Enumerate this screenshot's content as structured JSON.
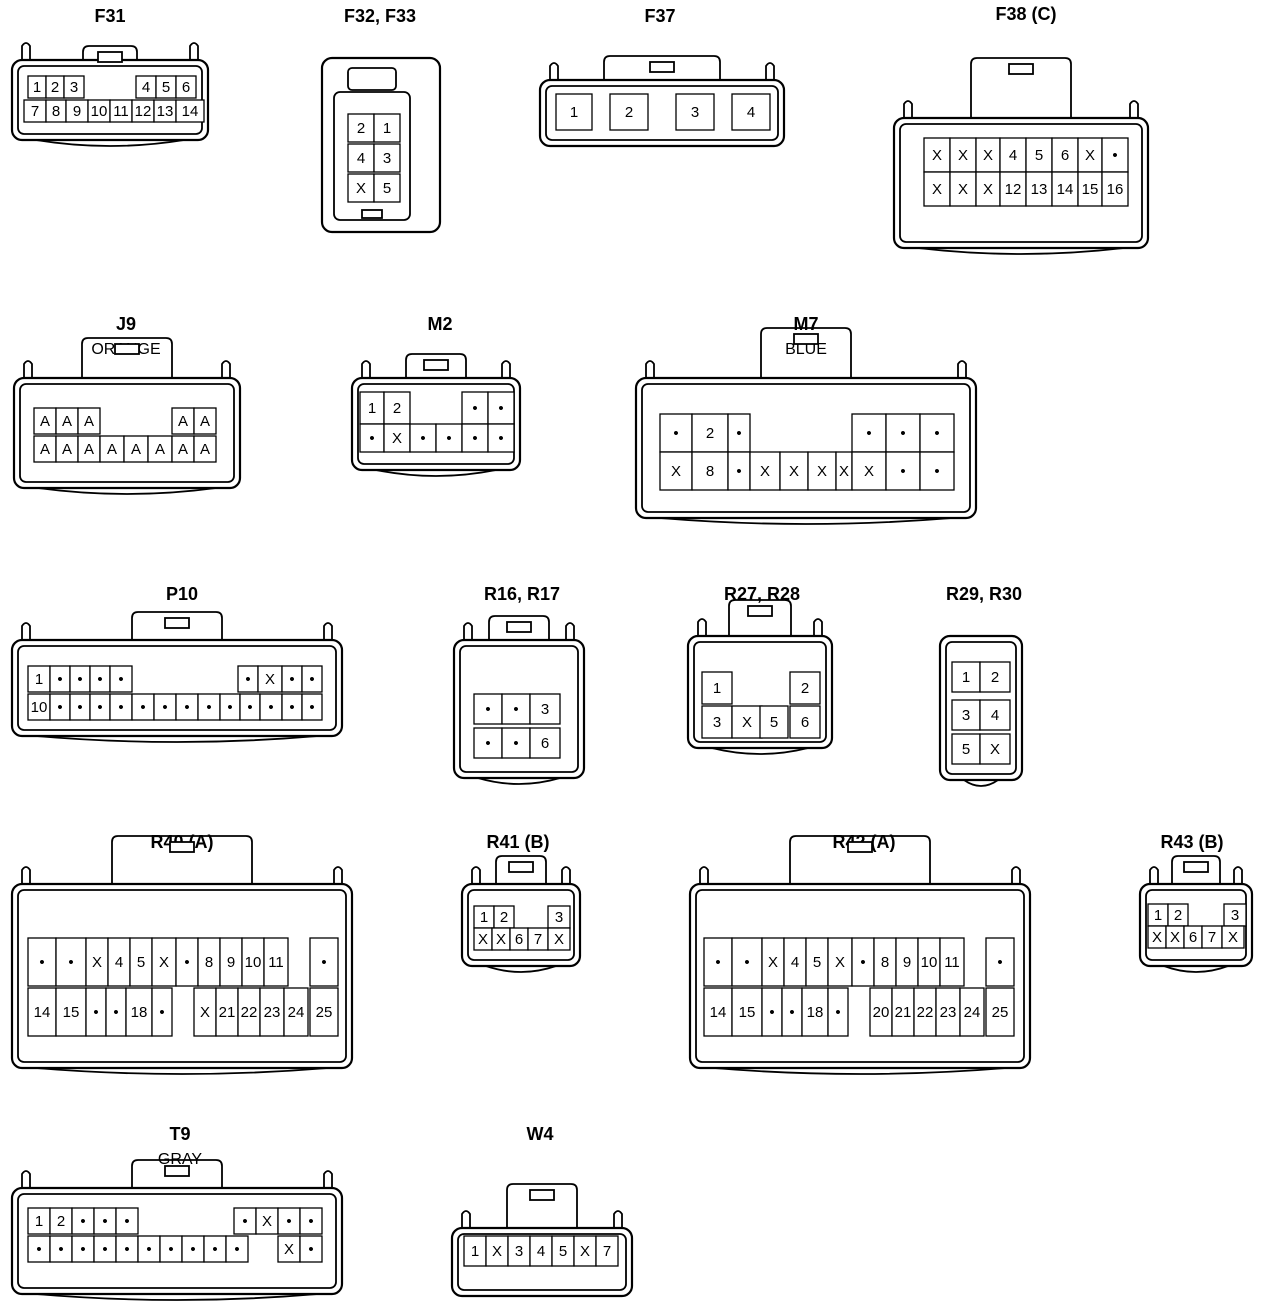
{
  "connectors": [
    {
      "id": "F31",
      "title": "F31",
      "subtitle": "",
      "rows": [
        [
          "1",
          "2",
          "3",
          "",
          "",
          "",
          "4",
          "5",
          "6"
        ],
        [
          "7",
          "8",
          "9",
          "10",
          "11",
          "12",
          "13",
          "14"
        ]
      ]
    },
    {
      "id": "F32",
      "title": "F32, F33",
      "subtitle": "",
      "rows": [
        [
          "2",
          "1"
        ],
        [
          "4",
          "3"
        ],
        [
          "X",
          "5"
        ]
      ]
    },
    {
      "id": "F37",
      "title": "F37",
      "subtitle": "",
      "rows": [
        [
          "1",
          "2",
          "3",
          "4"
        ]
      ]
    },
    {
      "id": "F38",
      "title": "F38 (C)",
      "subtitle": "",
      "rows": [
        [
          "X",
          "X",
          "X",
          "4",
          "5",
          "6",
          "X",
          "•"
        ],
        [
          "X",
          "X",
          "X",
          "12",
          "13",
          "14",
          "15",
          "16"
        ]
      ]
    },
    {
      "id": "J9",
      "title": "J9",
      "subtitle": "ORANGE",
      "rows": [
        [
          "A",
          "A",
          "A",
          "",
          "",
          "",
          "A",
          "A"
        ],
        [
          "A",
          "A",
          "A",
          "A",
          "A",
          "A",
          "A",
          "A"
        ]
      ]
    },
    {
      "id": "M2",
      "title": "M2",
      "subtitle": "",
      "rows": [
        [
          "1",
          "2",
          "",
          "",
          "",
          "•",
          "•"
        ],
        [
          "•",
          "X",
          "•",
          "•",
          "•",
          "•"
        ]
      ]
    },
    {
      "id": "M7",
      "title": "M7",
      "subtitle": "BLUE",
      "rows": [
        [
          "•",
          "2",
          "•",
          "",
          "",
          "",
          "",
          "•",
          "•",
          "•"
        ],
        [
          "X",
          "8",
          "•",
          "X",
          "X",
          "X",
          "X",
          "X",
          "•",
          "•"
        ]
      ]
    },
    {
      "id": "P10",
      "title": "P10",
      "subtitle": "",
      "rows": [
        [
          "1",
          "•",
          "•",
          "•",
          "•",
          "",
          "",
          "",
          "",
          "",
          "•",
          "X",
          "•",
          "•"
        ],
        [
          "10",
          "•",
          "•",
          "•",
          "•",
          "•",
          "•",
          "•",
          "•",
          "•",
          "•",
          "•",
          "•",
          "•"
        ]
      ]
    },
    {
      "id": "R16",
      "title": "R16, R17",
      "subtitle": "",
      "rows": [
        [
          "•",
          "•",
          "3"
        ],
        [
          "•",
          "•",
          "6"
        ]
      ]
    },
    {
      "id": "R27",
      "title": "R27, R28",
      "subtitle": "",
      "rows": [
        [
          "1",
          "",
          "2"
        ],
        [
          "3",
          "X",
          "5",
          "6"
        ]
      ]
    },
    {
      "id": "R29",
      "title": "R29, R30",
      "subtitle": "",
      "rows": [
        [
          "1",
          "2"
        ],
        [
          "3",
          "4"
        ],
        [
          "5",
          "X"
        ]
      ]
    },
    {
      "id": "R40",
      "title": "R40 (A)",
      "subtitle": "",
      "rows": [
        [
          "•",
          "•",
          "X",
          "4",
          "5",
          "X",
          "•",
          "8",
          "9",
          "10",
          "11",
          "•"
        ],
        [
          "14",
          "15",
          "•",
          "•",
          "18",
          "•",
          "X",
          "21",
          "22",
          "23",
          "24",
          "25"
        ]
      ]
    },
    {
      "id": "R41",
      "title": "R41 (B)",
      "subtitle": "",
      "rows": [
        [
          "1",
          "2",
          "",
          "3"
        ],
        [
          "X",
          "X",
          "6",
          "7",
          "X"
        ]
      ]
    },
    {
      "id": "R42",
      "title": "R42 (A)",
      "subtitle": "",
      "rows": [
        [
          "•",
          "•",
          "X",
          "4",
          "5",
          "X",
          "•",
          "8",
          "9",
          "10",
          "11",
          "•"
        ],
        [
          "14",
          "15",
          "•",
          "•",
          "18",
          "•",
          "20",
          "21",
          "22",
          "23",
          "24",
          "25"
        ]
      ]
    },
    {
      "id": "R43",
      "title": "R43 (B)",
      "subtitle": "",
      "rows": [
        [
          "1",
          "2",
          "",
          "3"
        ],
        [
          "X",
          "X",
          "6",
          "7",
          "X"
        ]
      ]
    },
    {
      "id": "T9",
      "title": "T9",
      "subtitle": "GRAY",
      "rows": [
        [
          "1",
          "2",
          "•",
          "•",
          "•",
          "",
          "",
          "",
          "•",
          "X",
          "•",
          "•"
        ],
        [
          "•",
          "•",
          "•",
          "•",
          "•",
          "•",
          "•",
          "•",
          "•",
          "•",
          "X",
          "•"
        ]
      ]
    },
    {
      "id": "W4",
      "title": "W4",
      "subtitle": "",
      "rows": [
        [
          "1",
          "X",
          "3",
          "4",
          "5",
          "X",
          "7"
        ]
      ]
    }
  ]
}
